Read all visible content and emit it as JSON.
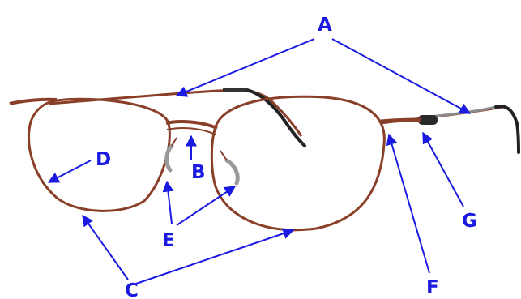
{
  "labels": {
    "A": "A",
    "B": "B",
    "C": "C",
    "D": "D",
    "E": "E",
    "F": "F",
    "G": "G"
  },
  "colors": {
    "label": "#1a1ae0",
    "frame": "#8a3f28",
    "temple_tip": "#222222",
    "nose_pad": "#d9d9d9"
  }
}
